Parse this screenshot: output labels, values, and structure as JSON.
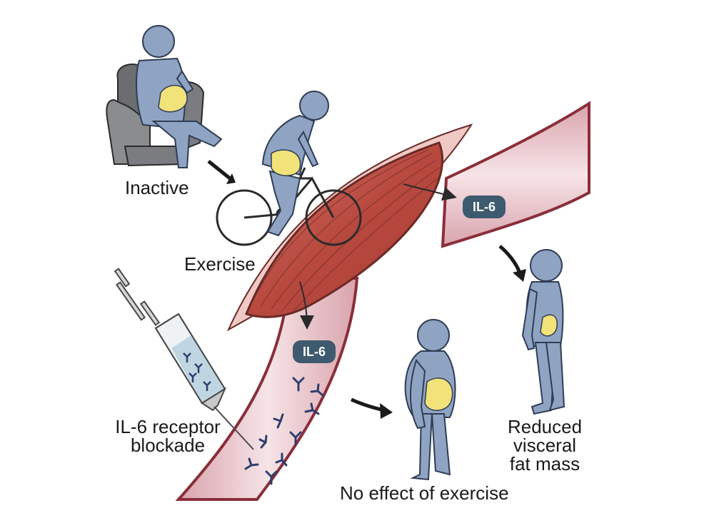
{
  "labels": {
    "inactive": "Inactive",
    "exercise": "Exercise",
    "il6_top": "IL-6",
    "il6_bottom": "IL-6",
    "blockade_line1": "IL-6 receptor",
    "blockade_line2": "blockade",
    "reduced_line1": "Reduced",
    "reduced_line2": "visceral",
    "reduced_line3": "fat mass",
    "no_effect": "No effect of exercise"
  },
  "colors": {
    "figure_body": "#8fa3c2",
    "figure_outline": "#2f3d55",
    "visceral_fat": "#f2e27a",
    "muscle": "#c0564a",
    "vessel_inner": "#ecc9cf",
    "vessel_wall": "#8a2e3a",
    "il6_badge": "#3d5a6e",
    "armchair": "#6b6d70",
    "antibody": "#2f3d6e"
  }
}
